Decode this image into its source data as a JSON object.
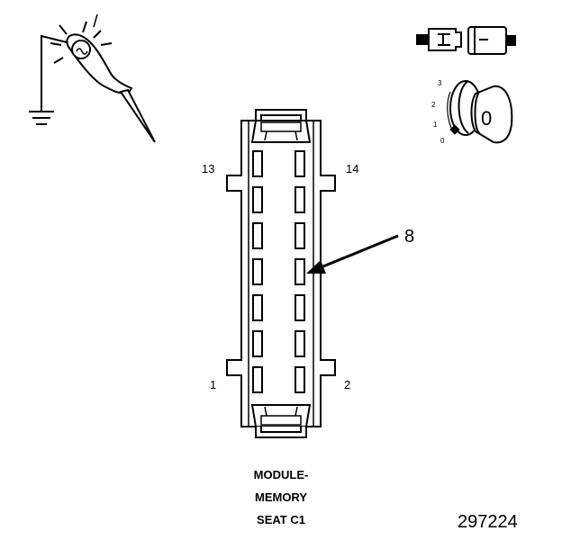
{
  "connector": {
    "pin_labels": {
      "top_left": "13",
      "top_right": "14",
      "bottom_left": "1",
      "bottom_right": "2"
    },
    "callout": "8",
    "title_lines": [
      "MODULE-",
      "MEMORY",
      "SEAT C1"
    ]
  },
  "ignition": {
    "positions": [
      "3",
      "2",
      "1",
      "0"
    ],
    "key_position": "0"
  },
  "figure_number": "297224",
  "colors": {
    "line": "#000000",
    "background": "#ffffff"
  },
  "icons": [
    "test-light-probe-icon",
    "connector-disconnected-icon",
    "ignition-switch-icon"
  ]
}
